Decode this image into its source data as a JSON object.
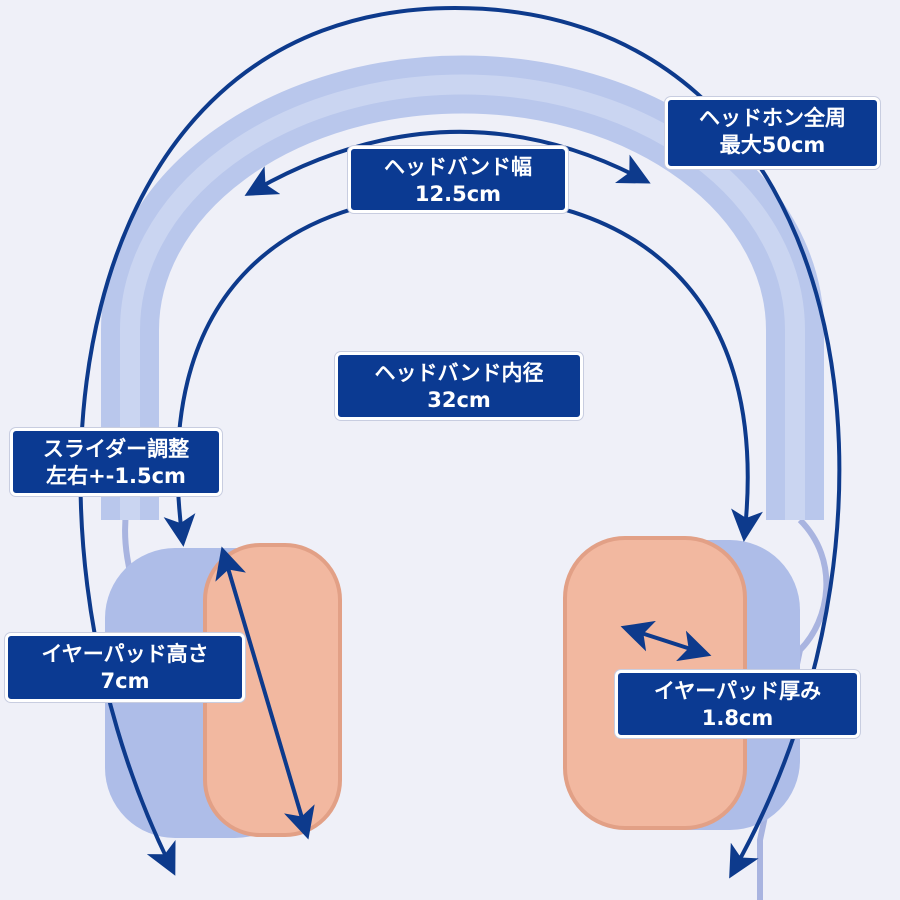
{
  "colors": {
    "label_bg": "#0b3a92",
    "arrow": "#0d3a8c",
    "headband": "#b9c7ec",
    "earpad": "#f2b8a0",
    "background": "#eff0f8"
  },
  "labels": {
    "circumference": {
      "line1": "ヘッドホン全周",
      "line2": "最大50cm"
    },
    "band_width": {
      "line1": "ヘッドバンド幅",
      "line2": "12.5cm"
    },
    "inner_diameter": {
      "line1": "ヘッドバンド内径",
      "line2": "32cm"
    },
    "slider": {
      "line1": "スライダー調整",
      "line2": "左右+-1.5cm"
    },
    "pad_height": {
      "line1": "イヤーパッド高さ",
      "line2": "7cm"
    },
    "pad_thickness": {
      "line1": "イヤーパッド厚み",
      "line2": "1.8cm"
    }
  }
}
